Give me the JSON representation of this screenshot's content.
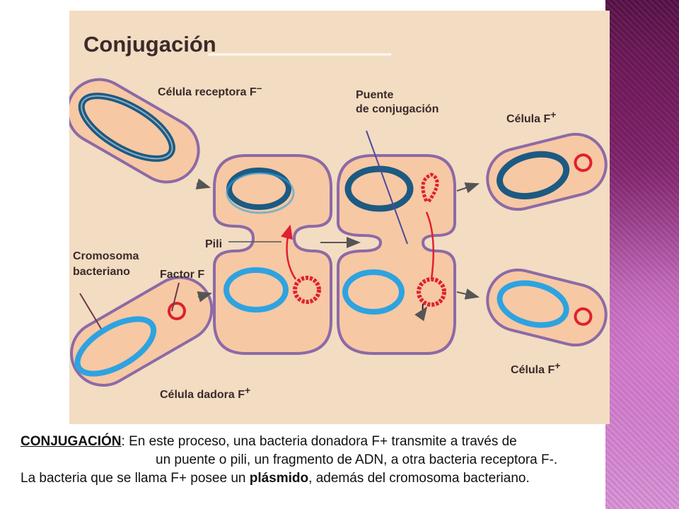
{
  "diagram": {
    "title": "Conjugación",
    "labels": {
      "receptor": "Célula receptora F",
      "receptor_sup": "–",
      "bridge_line1": "Puente",
      "bridge_line2": "de conjugación",
      "cell_f_top": "Célula F",
      "cell_f_top_sup": "+",
      "pili": "Pili",
      "chromosome_line1": "Cromosoma",
      "chromosome_line2": "bacteriano",
      "factor": "Factor F",
      "cell_f_bottom": "Célula F",
      "cell_f_bottom_sup": "+",
      "donor": "Célula dadora F",
      "donor_sup": "+"
    },
    "colors": {
      "background": "#f2dcc2",
      "cell_fill": "#f7c8a4",
      "cell_membrane": "#8c6aa6",
      "chromosome_dark": "#1d5a82",
      "chromosome_light": "#2ea3e0",
      "plasmid": "#e02030",
      "arrow": "#555555"
    }
  },
  "caption": {
    "head": "CONJUGACIÓN",
    "line1_rest": ": En este proceso, una bacteria donadora F+ transmite a través de",
    "line2": "un puente o pili, un fragmento de ADN, a otra bacteria receptora F-.",
    "line3_a": "La bacteria que se llama F+ posee un ",
    "line3_bold": "plásmido",
    "line3_b": ", además del cromosoma bacteriano."
  }
}
